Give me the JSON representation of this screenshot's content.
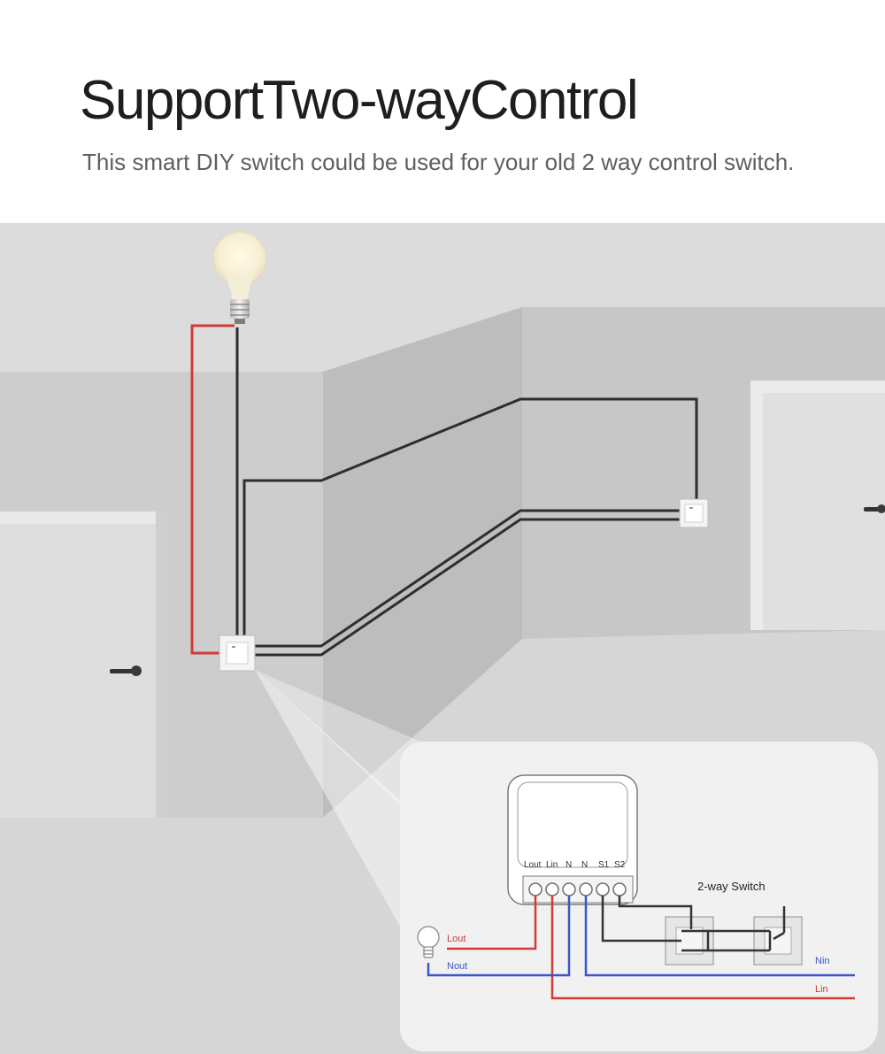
{
  "header": {
    "title": "SupportTwo-wayControl",
    "subtitle": "This smart DIY switch could be used for your old 2 way control switch."
  },
  "diagram": {
    "terminals": [
      "Lout",
      "Lin",
      "N",
      "N",
      "S1",
      "S2"
    ],
    "switch_label": "2-way Switch",
    "wire_labels": {
      "lout": "Lout",
      "nout": "Nout",
      "nin": "Nin",
      "lin": "Lin"
    },
    "colors": {
      "live": "#d23a3a",
      "neutral": "#3a56c8",
      "switch_wire": "#333333"
    },
    "icons": [
      "light-bulb-icon",
      "door-handle-icon",
      "wall-switch-icon"
    ]
  }
}
